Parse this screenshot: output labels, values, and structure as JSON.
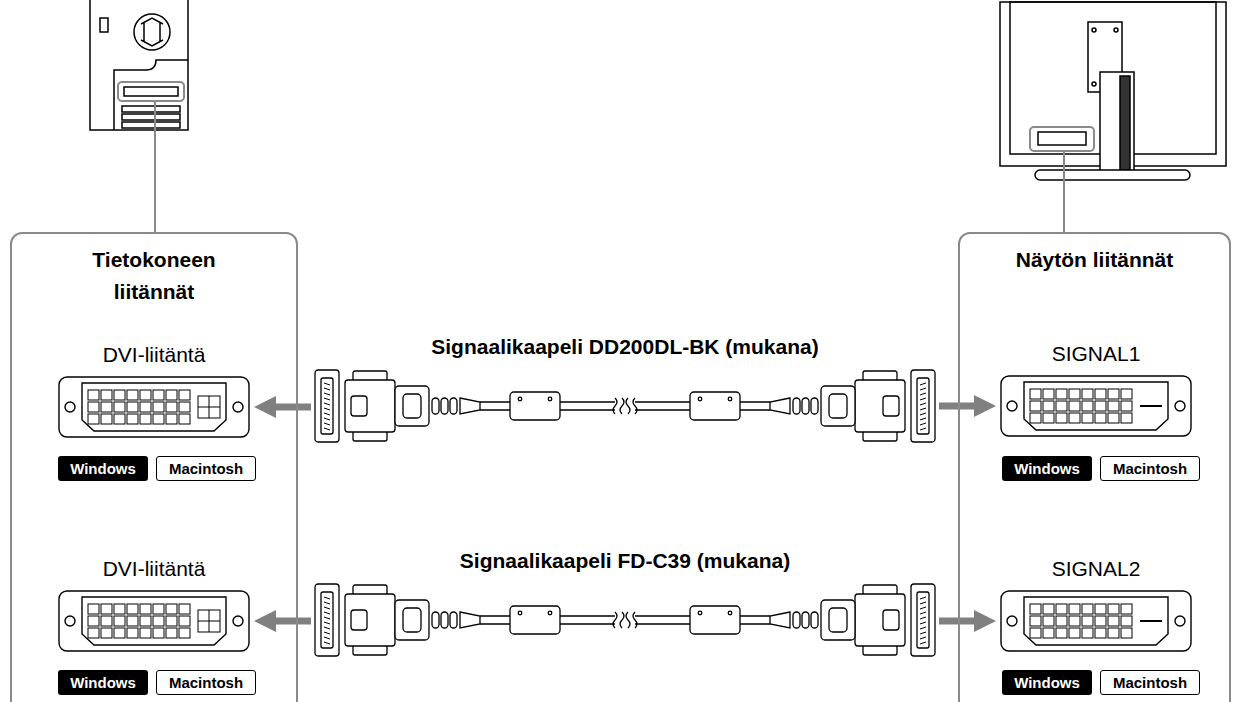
{
  "diagram": {
    "nodes": [
      {
        "text": [
          "Tietokoneen liitännät"
        ]
      },
      {
        "text": [
          "DVI-liitäntä"
        ],
        "in": 0
      },
      {
        "text": [
          "Windows"
        ],
        "in": 0
      },
      {
        "text": [
          "Macintosh"
        ],
        "in": 0
      },
      {
        "text": [
          "DVI-liitäntä"
        ],
        "in": 0
      },
      {
        "text": [
          "Windows"
        ],
        "in": 0
      },
      {
        "text": [
          "Macintosh"
        ],
        "in": 0
      },
      {
        "text": [
          "Näytön liitännät"
        ]
      },
      {
        "text": [
          "SIGNAL1"
        ],
        "in": 7
      },
      {
        "text": [
          "Windows"
        ],
        "in": 7
      },
      {
        "text": [
          "Macintosh"
        ],
        "in": 7
      },
      {
        "text": [
          "SIGNAL2"
        ],
        "in": 7
      },
      {
        "text": [
          "Windows"
        ],
        "in": 7
      },
      {
        "text": [
          "Macintosh"
        ],
        "in": 7
      },
      {
        "text": [
          "Signaalikaapeli DD200DL-BK (mukana)"
        ]
      },
      {
        "text": [
          "Signaalikaapeli FD-C39 (mukana)"
        ]
      }
    ],
    "edges": [
      {
        "from": 14,
        "to": 1,
        "arrow": "to"
      },
      {
        "from": 14,
        "to": 8,
        "arrow": "to"
      },
      {
        "from": 15,
        "to": 4,
        "arrow": "to"
      },
      {
        "from": 15,
        "to": 11,
        "arrow": "to"
      }
    ]
  }
}
